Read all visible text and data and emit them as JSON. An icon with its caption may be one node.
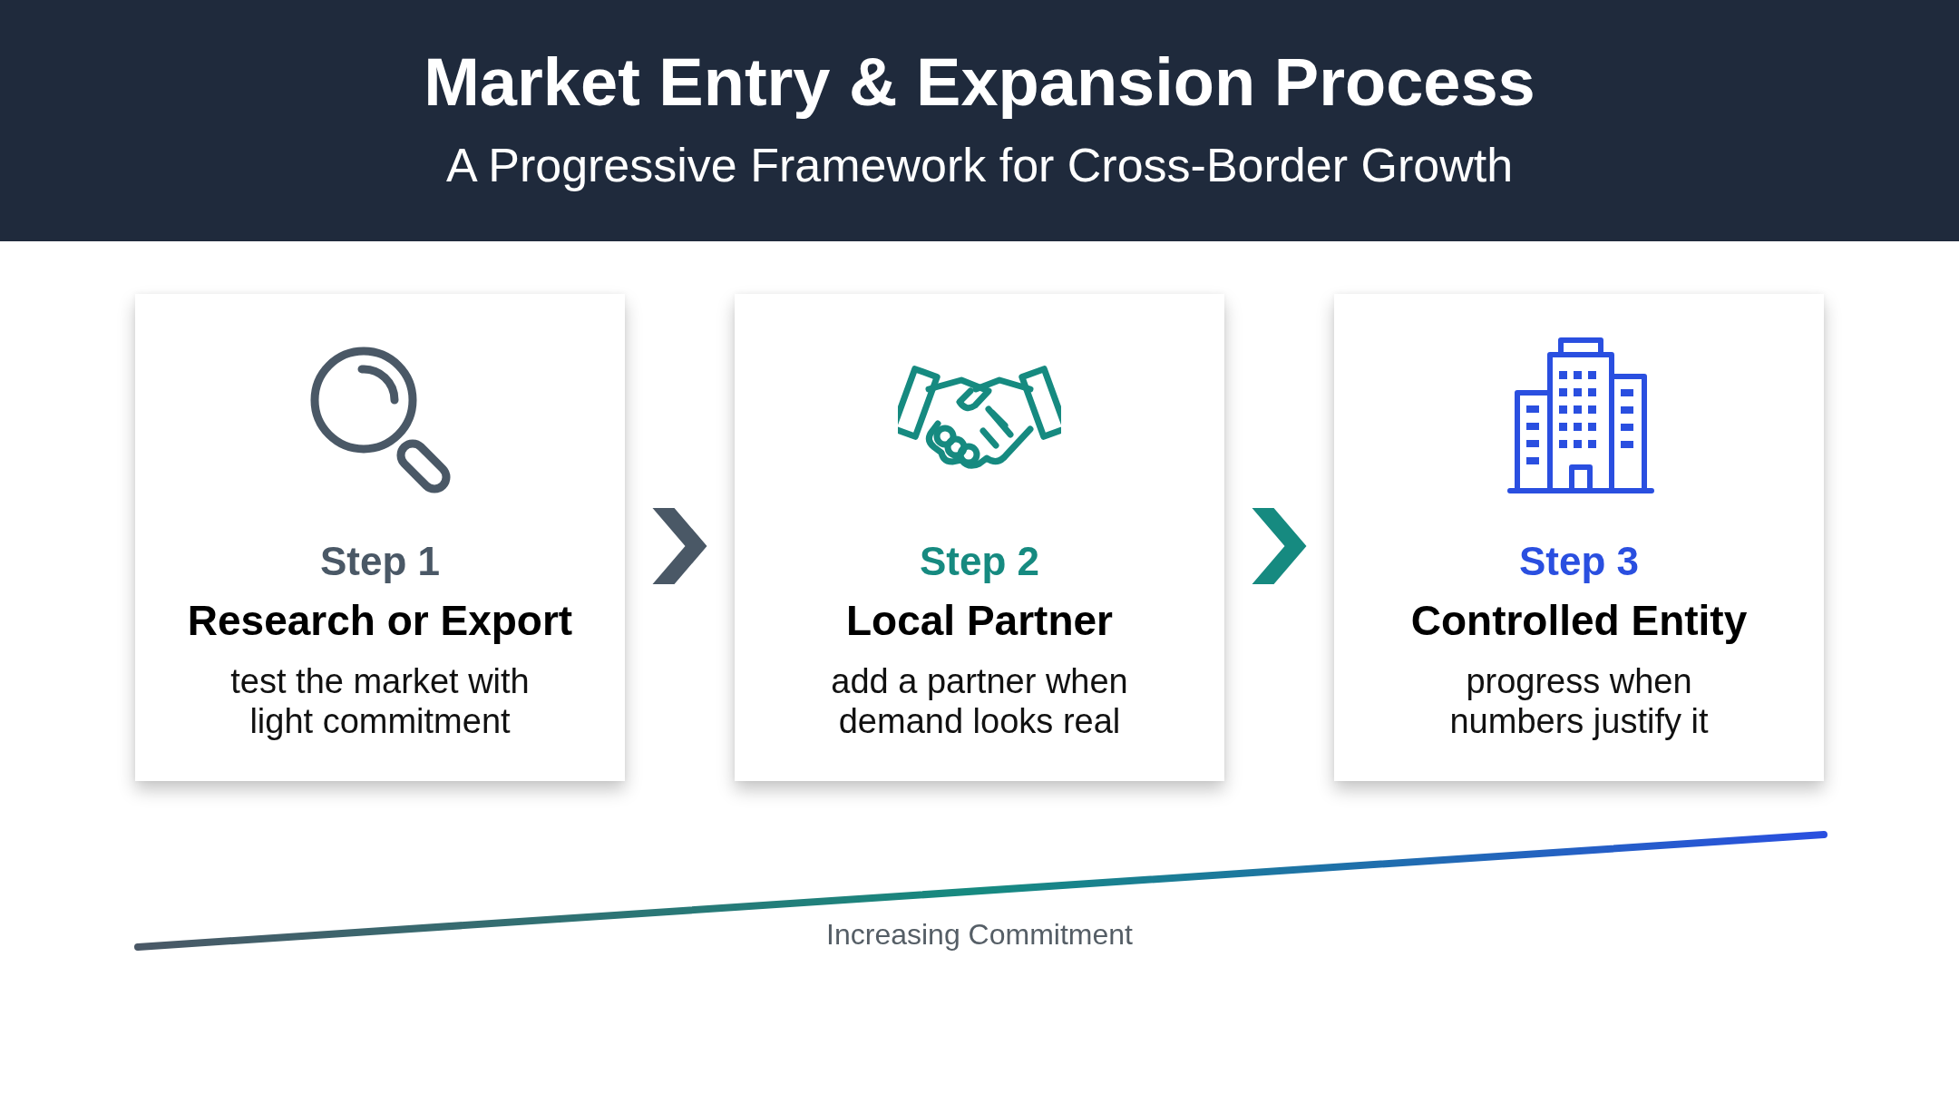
{
  "diagram": {
    "title": "Market Entry & Expansion Process",
    "nodes": [
      {
        "text": [
          "Step 1",
          "Research or Export",
          "test the market with light commitment"
        ]
      },
      {
        "text": [
          "Step 2",
          "Local Partner",
          "add a partner when demand looks real"
        ]
      },
      {
        "text": [
          "Step 3",
          "Controlled Entity",
          "progress when numbers justify it"
        ]
      }
    ],
    "edges": [
      {
        "from": 0,
        "to": 1,
        "arrow": "to",
        "color": "#4a5866"
      },
      {
        "from": 1,
        "to": 2,
        "arrow": "to",
        "color": "#168a80"
      }
    ],
    "labels": [
      "A Progressive Framework for Cross-Border Growth",
      "Increasing Commitment"
    ]
  }
}
